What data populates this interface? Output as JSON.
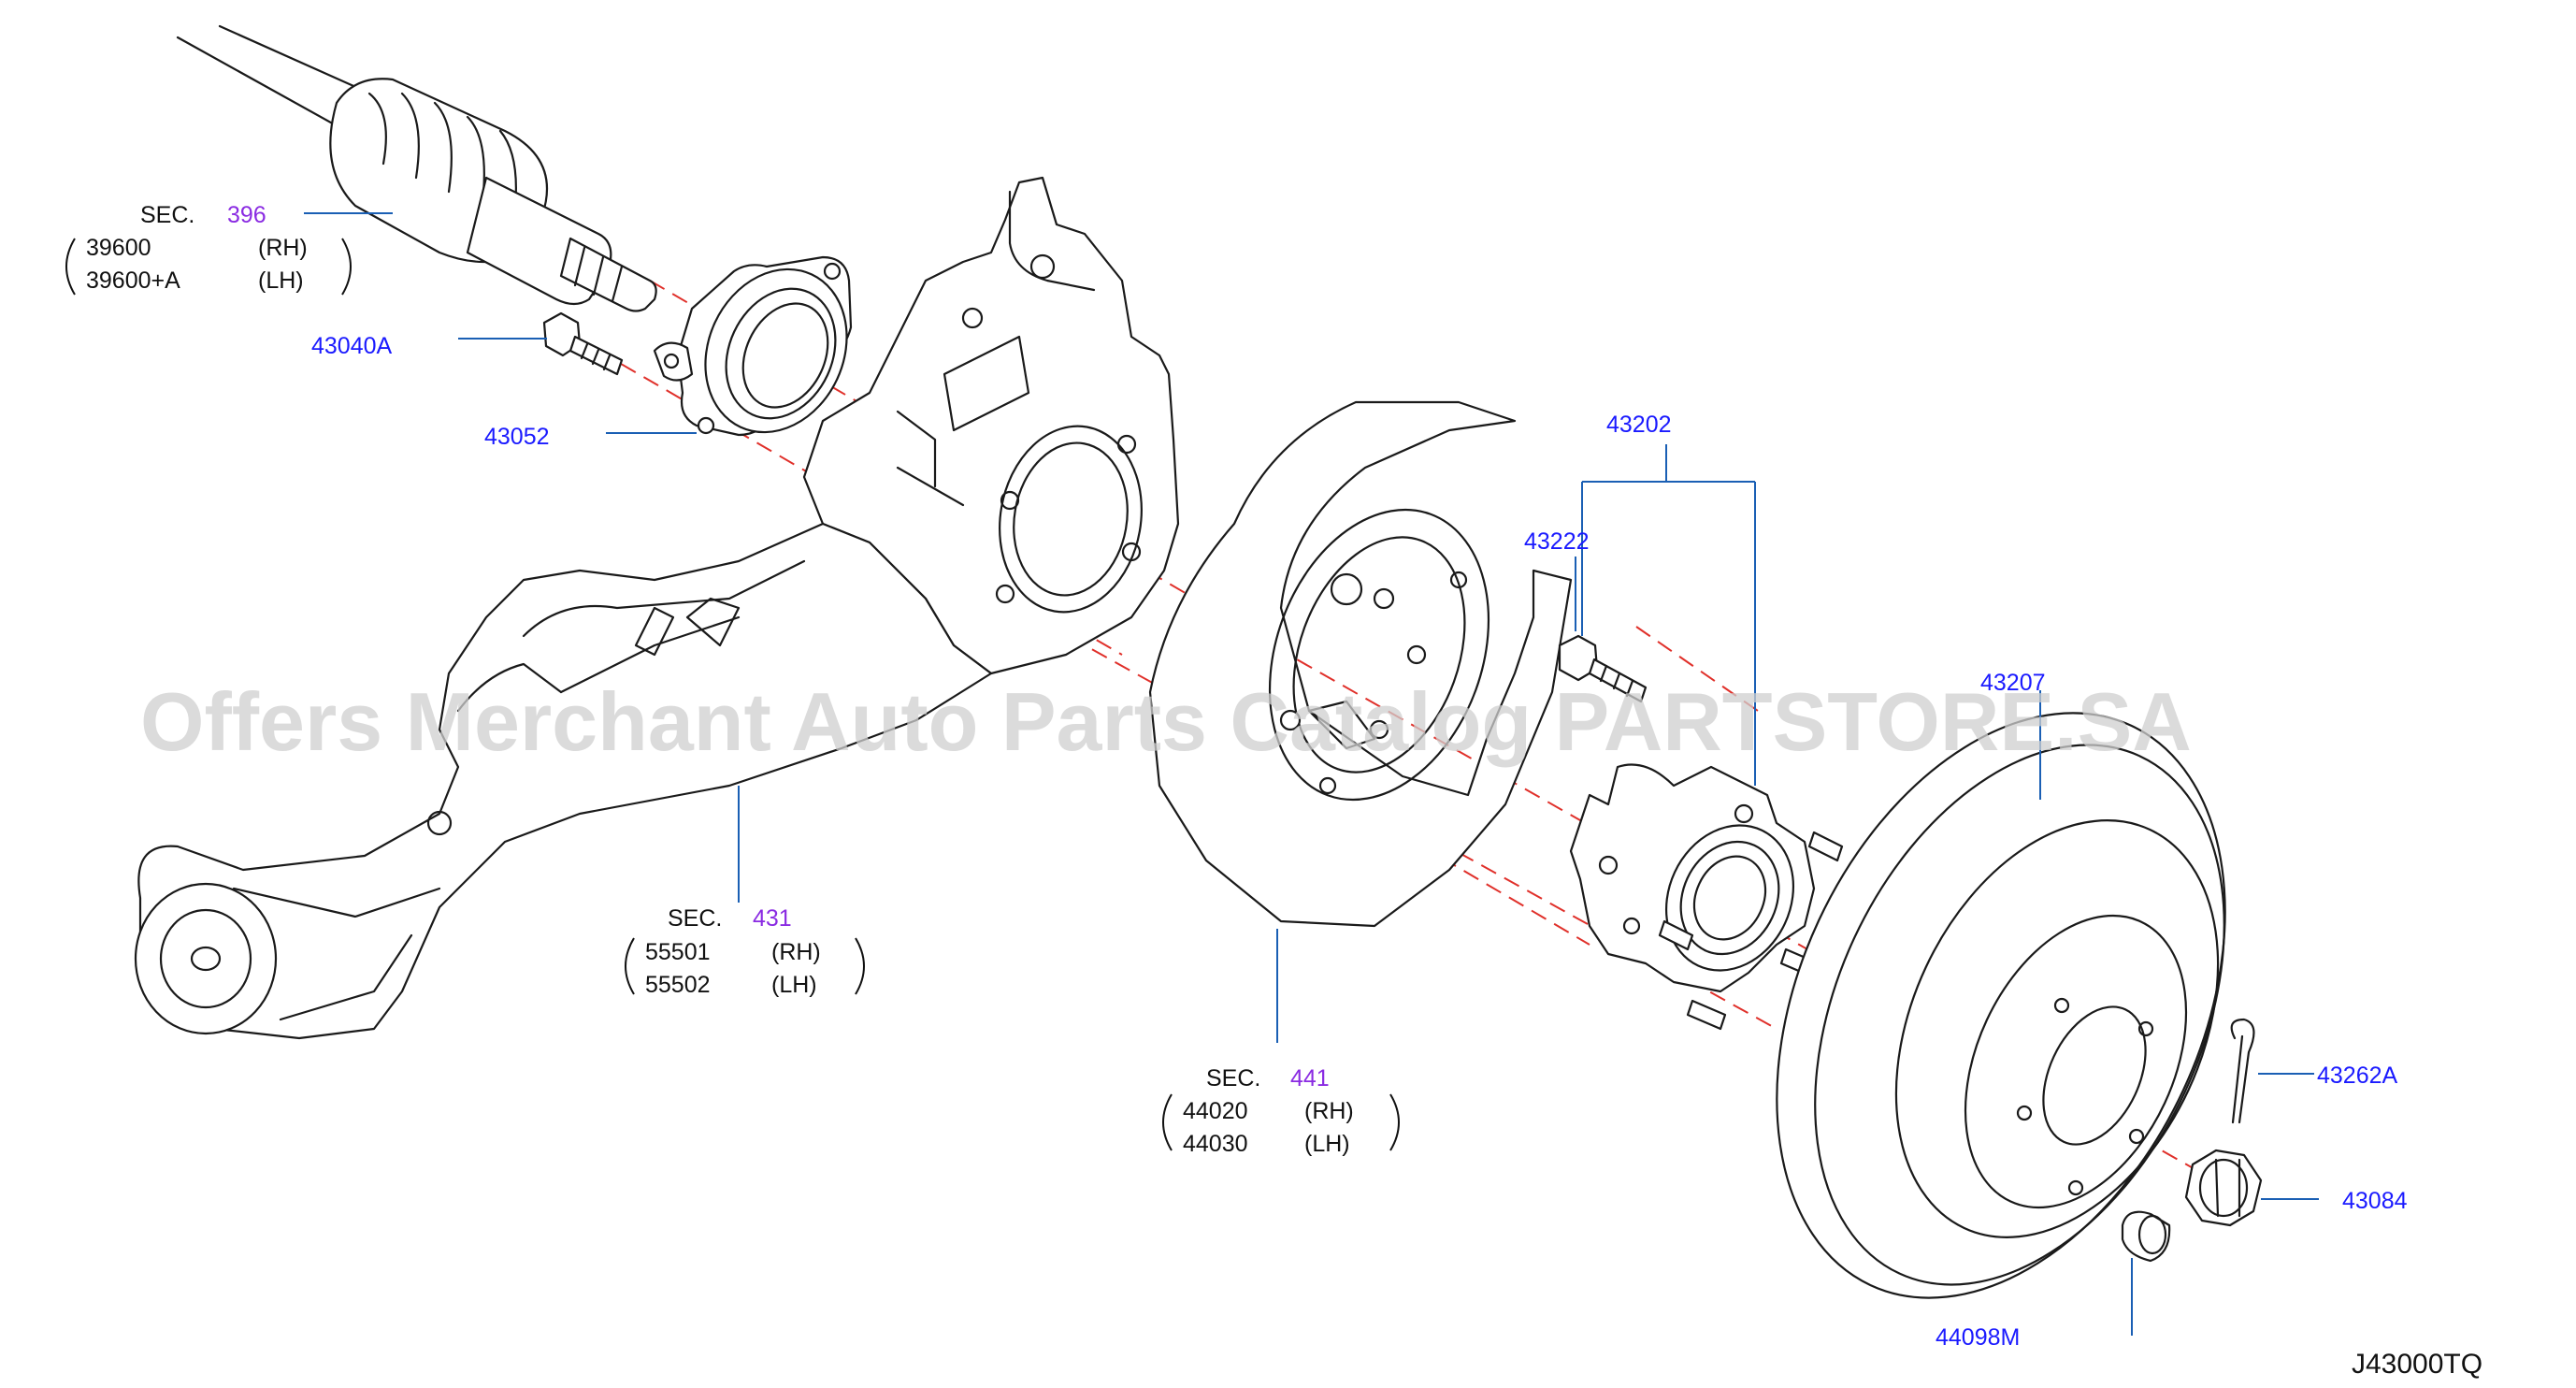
{
  "watermark": "Offers Merchant Auto Parts Catalog PARTSTORE.SA",
  "diagram_code": "J43000TQ",
  "callouts": {
    "sec396": {
      "prefix": "SEC.",
      "ref": "396",
      "rows": [
        {
          "part": "39600",
          "side": "(RH)"
        },
        {
          "part": "39600+A",
          "side": "(LH)"
        }
      ]
    },
    "sec431": {
      "prefix": "SEC.",
      "ref": "431",
      "rows": [
        {
          "part": "55501",
          "side": "(RH)"
        },
        {
          "part": "55502",
          "side": "(LH)"
        }
      ]
    },
    "sec441": {
      "prefix": "SEC.",
      "ref": "441",
      "rows": [
        {
          "part": "44020",
          "side": "(RH)"
        },
        {
          "part": "44030",
          "side": "(LH)"
        }
      ]
    }
  },
  "parts": {
    "p43040A": "43040A",
    "p43052": "43052",
    "p43202": "43202",
    "p43222": "43222",
    "p43207": "43207",
    "p43262A": "43262A",
    "p43084": "43084",
    "p44098M": "44098M"
  },
  "colors": {
    "leader": "#1a5fb4",
    "centerline": "#e0302a",
    "part_number": "#1a1aff",
    "section_ref": "#8a2be2"
  }
}
